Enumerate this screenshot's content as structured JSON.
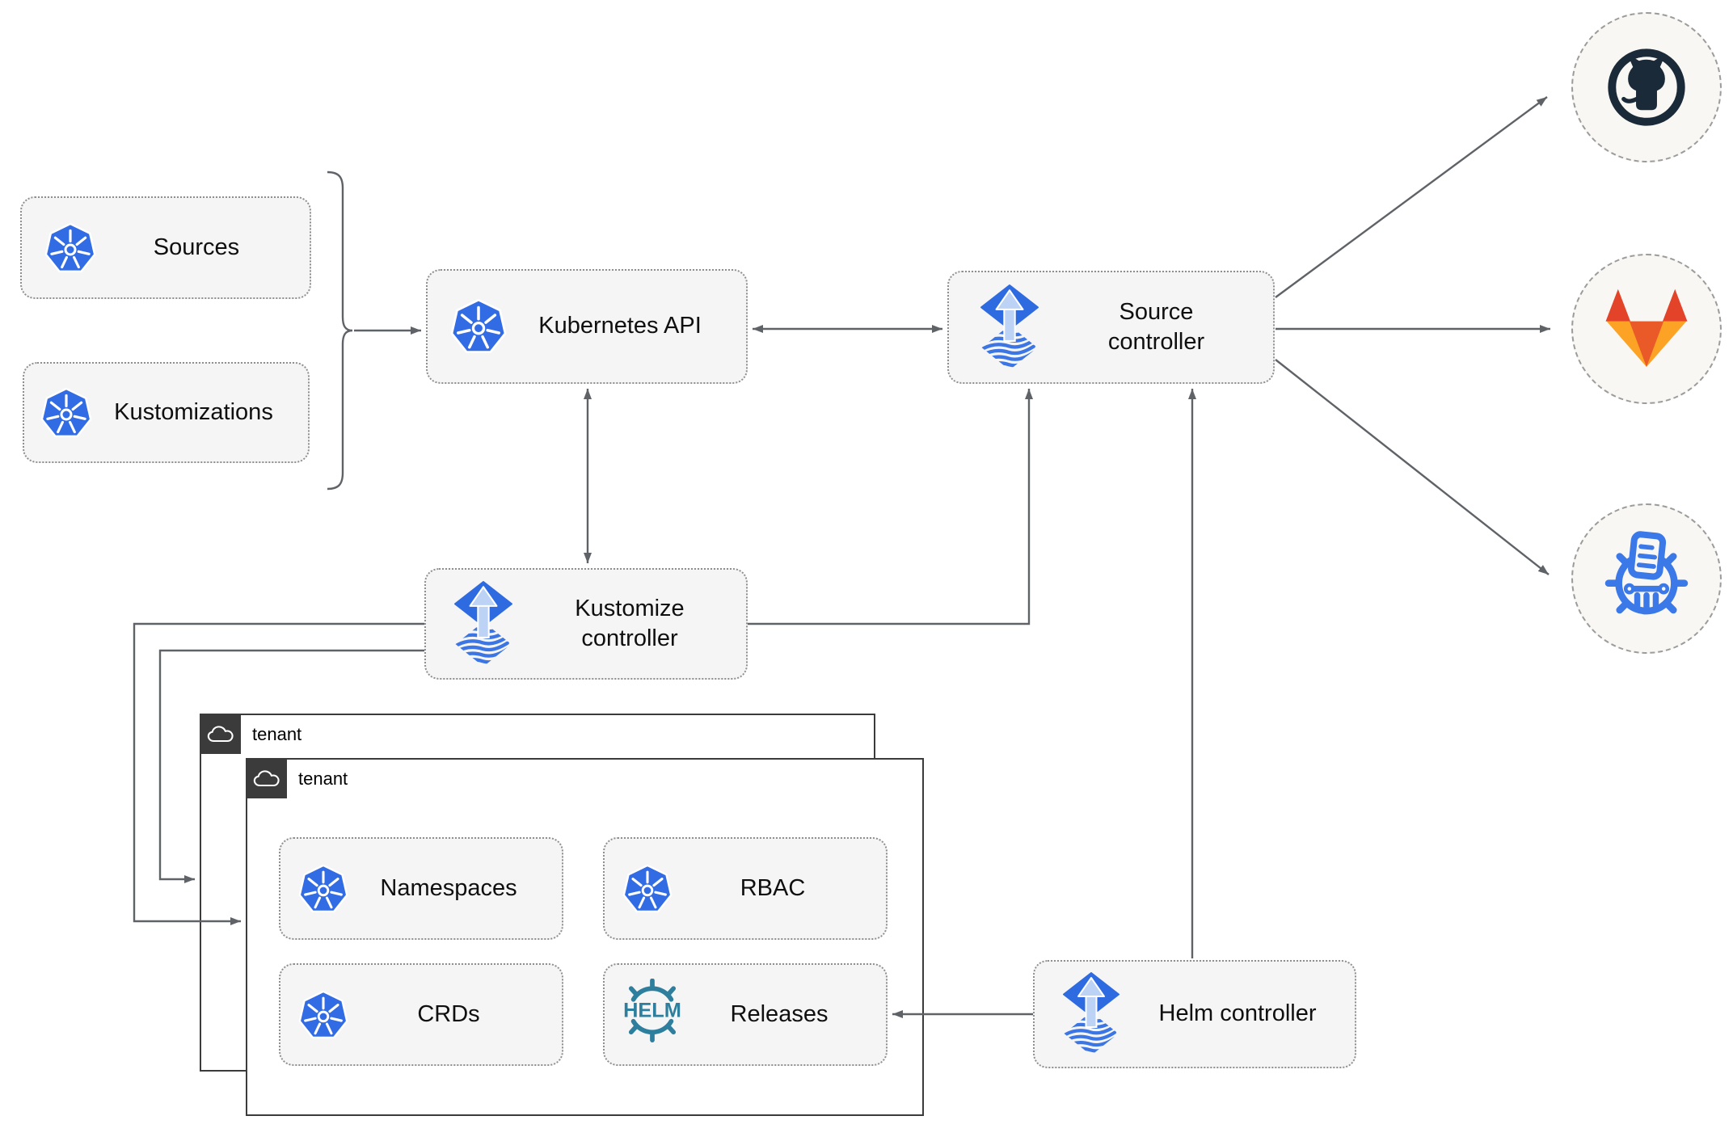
{
  "diagram": {
    "nodes": {
      "sources": {
        "label": "Sources",
        "icon": "kubernetes-icon"
      },
      "kustomizations": {
        "label": "Kustomizations",
        "icon": "kubernetes-icon"
      },
      "kubernetes_api": {
        "label": "Kubernetes API",
        "icon": "kubernetes-icon"
      },
      "source_controller": {
        "label": "Source controller",
        "icon": "flux-icon"
      },
      "kustomize_controller": {
        "label": "Kustomize controller",
        "icon": "flux-icon"
      },
      "helm_controller": {
        "label": "Helm controller",
        "icon": "flux-icon"
      },
      "namespaces": {
        "label": "Namespaces",
        "icon": "kubernetes-icon"
      },
      "rbac": {
        "label": "RBAC",
        "icon": "kubernetes-icon"
      },
      "crds": {
        "label": "CRDs",
        "icon": "kubernetes-icon"
      },
      "releases": {
        "label": "Releases",
        "icon": "helm-icon"
      }
    },
    "tenants": [
      {
        "label": "tenant",
        "icon": "cloud-icon"
      },
      {
        "label": "tenant",
        "icon": "cloud-icon"
      }
    ],
    "targets": [
      {
        "name": "github",
        "icon": "github-icon"
      },
      {
        "name": "gitlab",
        "icon": "gitlab-icon"
      },
      {
        "name": "chartmuseum",
        "icon": "chartmuseum-icon"
      }
    ],
    "icons": {
      "helm_text": "HELM"
    },
    "edges": [
      {
        "from": "sources+kustomizations",
        "to": "kubernetes_api",
        "arrow": "end"
      },
      {
        "from": "kubernetes_api",
        "to": "source_controller",
        "arrow": "both"
      },
      {
        "from": "kubernetes_api",
        "to": "kustomize_controller",
        "arrow": "both"
      },
      {
        "from": "kustomize_controller",
        "to": "source_controller",
        "arrow": "end"
      },
      {
        "from": "kustomize_controller",
        "to": "tenant-1",
        "arrow": "end"
      },
      {
        "from": "kustomize_controller",
        "to": "tenant-2",
        "arrow": "end"
      },
      {
        "from": "helm_controller",
        "to": "source_controller",
        "arrow": "end"
      },
      {
        "from": "helm_controller",
        "to": "releases",
        "arrow": "end"
      },
      {
        "from": "source_controller",
        "to": "github",
        "arrow": "end"
      },
      {
        "from": "source_controller",
        "to": "gitlab",
        "arrow": "end"
      },
      {
        "from": "source_controller",
        "to": "chartmuseum",
        "arrow": "end"
      }
    ],
    "colors": {
      "kubernetes_blue": "#326CE5",
      "flux_blue": "#2f6be0",
      "flux_arrow_light": "#bcd3f5",
      "helm_teal": "#2e7f9e",
      "chartmuseum_blue": "#3b78e8",
      "github_dark": "#1b2a38",
      "gitlab_red": "#e24329",
      "gitlab_orange": "#ea5a28",
      "gitlab_light_orange": "#fca326",
      "edge_gray": "#5f6368",
      "node_fill": "#f5f5f5",
      "tenant_border": "#3b3b3b"
    }
  }
}
